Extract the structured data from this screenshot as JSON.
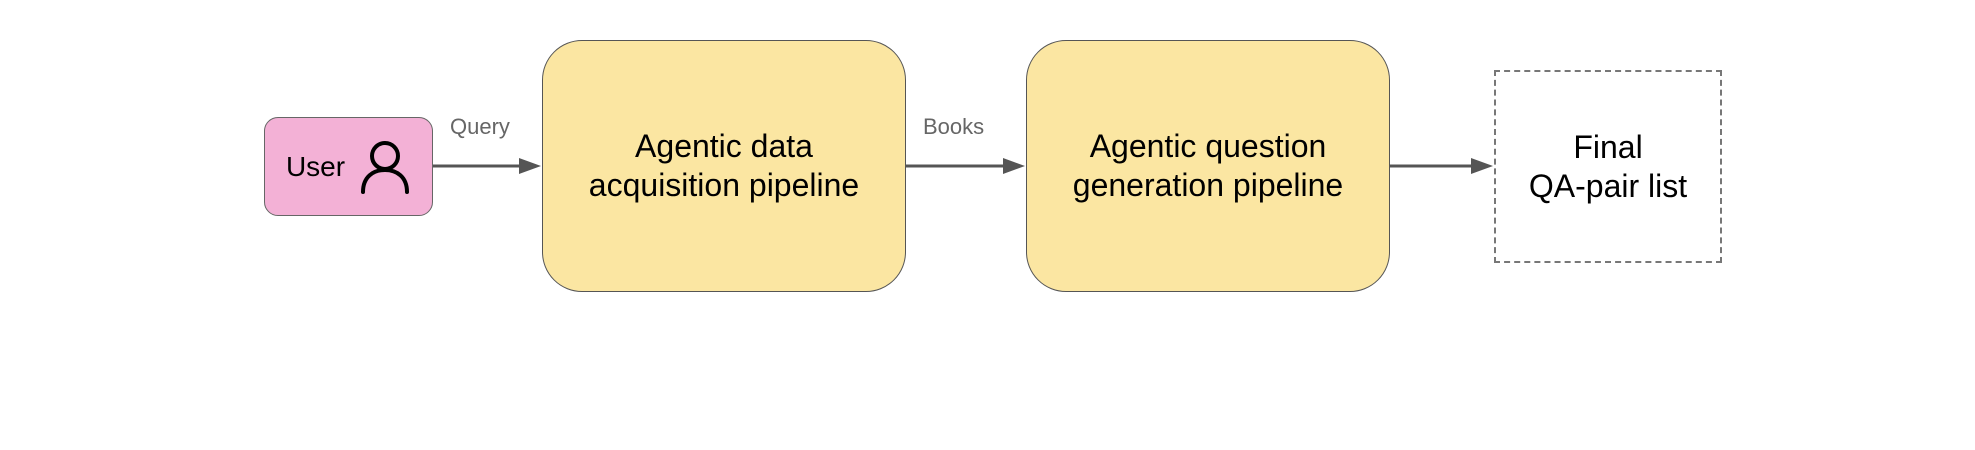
{
  "nodes": {
    "user": {
      "label": "User",
      "icon": "person-icon",
      "fill": "#f3b1d6"
    },
    "acquisition": {
      "line1": "Agentic data",
      "line2": "acquisition pipeline",
      "fill": "#fbe6a2"
    },
    "question_gen": {
      "line1": "Agentic question",
      "line2": "generation pipeline",
      "fill": "#fbe6a2"
    },
    "final": {
      "line1": "Final",
      "line2": "QA-pair list",
      "border": "dashed"
    }
  },
  "edges": [
    {
      "from": "user",
      "to": "acquisition",
      "label": "Query"
    },
    {
      "from": "acquisition",
      "to": "question_gen",
      "label": "Books"
    },
    {
      "from": "question_gen",
      "to": "final",
      "label": ""
    }
  ],
  "colors": {
    "arrow": "#555555",
    "edge_label": "#666666"
  }
}
